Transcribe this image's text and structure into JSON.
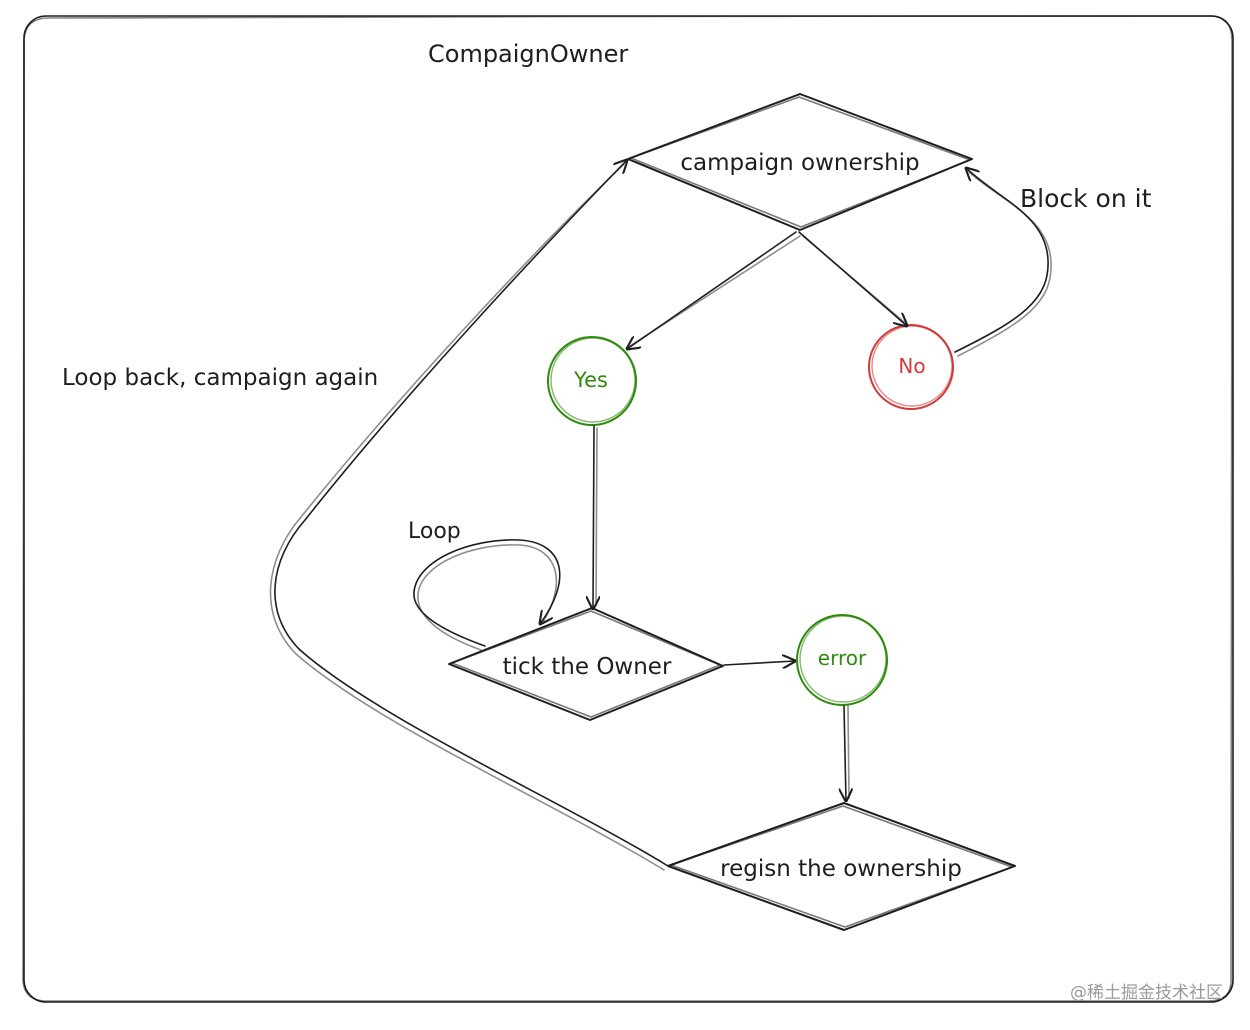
{
  "title": "CompaignOwner",
  "nodes": {
    "campaign": "campaign ownership",
    "yes": "Yes",
    "no": "No",
    "tick": "tick the Owner",
    "error": "error",
    "regisn": "regisn the ownership"
  },
  "labels": {
    "block": "Block on it",
    "loop_back": "Loop back, campaign again",
    "loop": "Loop"
  },
  "colors": {
    "ink": "#1e1e1e",
    "green": "#2f8a0e",
    "red": "#d23b3b"
  },
  "watermark": "@稀土掘金技术社区"
}
